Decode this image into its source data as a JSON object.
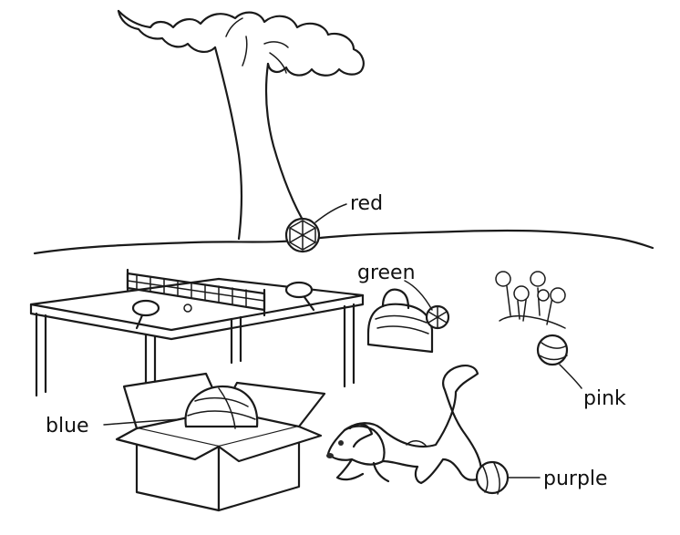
{
  "labels": {
    "red": "red",
    "green": "green",
    "blue": "blue",
    "pink": "pink",
    "purple": "purple"
  },
  "colors": {
    "ink": "#1a1a1a",
    "background": "#ffffff"
  }
}
